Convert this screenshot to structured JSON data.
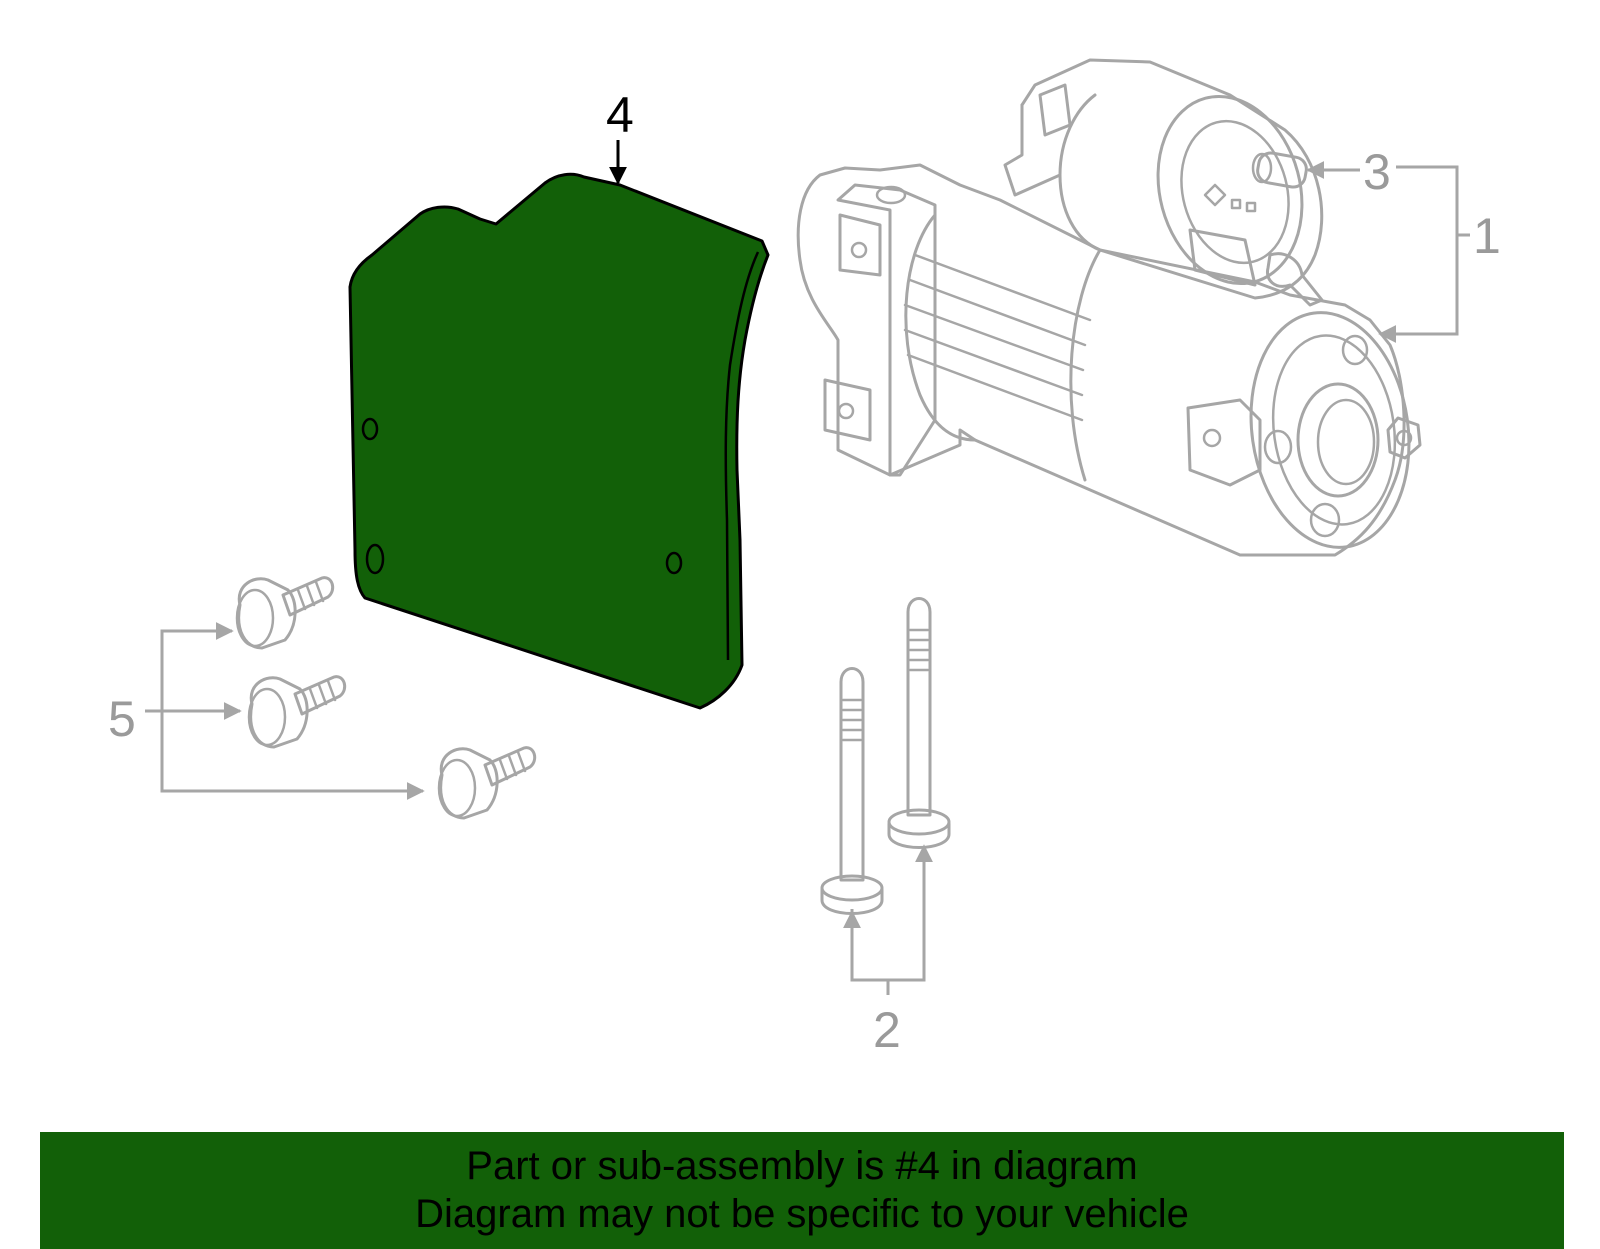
{
  "callouts": {
    "c1": "1",
    "c2": "2",
    "c3": "3",
    "c4": "4",
    "c5": "5"
  },
  "banner": {
    "line1": "Part or sub-assembly is #4 in diagram",
    "line2": "Diagram may not be specific to your vehicle"
  },
  "colors": {
    "highlight_part": "#126008",
    "banner_background": "#126008",
    "other_parts_stroke": "#a6a6a6"
  }
}
